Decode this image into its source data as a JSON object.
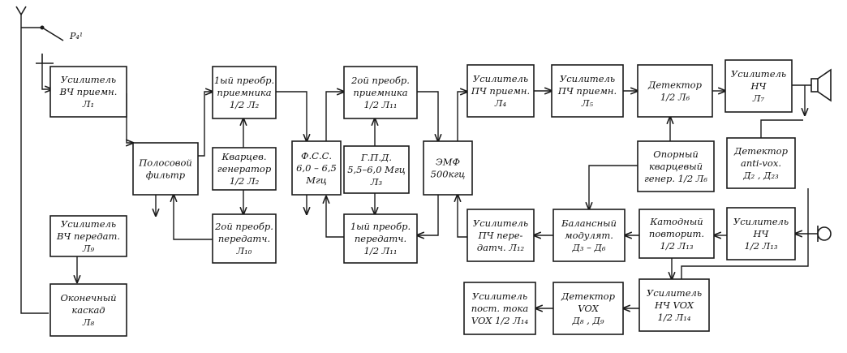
{
  "blocks": {
    "b01": [
      "Усилитель",
      "ВЧ приемн.",
      "Л₁"
    ],
    "b02": [
      "Полосовой",
      "фильтр"
    ],
    "b03": [
      "Усилитель",
      "ВЧ передат.",
      "Л₉"
    ],
    "b04": [
      "Оконечный",
      "каскад",
      "Л₈"
    ],
    "b05": [
      "1ый преобр.",
      "приемника",
      "1/2 Л₂"
    ],
    "b06": [
      "Кварцев.",
      "генератор",
      "1/2 Л₂"
    ],
    "b07": [
      "2ой преобр.",
      "передатч.",
      "Л₁₀"
    ],
    "b08": [
      "Ф.С.С.",
      "6,0 – 6,5",
      "Мгц"
    ],
    "b09": [
      "2ой преобр.",
      "приемника",
      "1/2 Л₁₁"
    ],
    "b10": [
      "Г.П.Д.",
      "5,5–6,0 Мгц",
      "Л₃"
    ],
    "b11": [
      "1ый преобр.",
      "передатч.",
      "1/2 Л₁₁"
    ],
    "b12": [
      "ЭМФ",
      "500кгц"
    ],
    "b13": [
      "Усилитель",
      "ПЧ приемн.",
      "Л₄"
    ],
    "b14": [
      "Усилитель",
      "ПЧ приемн.",
      "Л₅"
    ],
    "b15": [
      "Детектор",
      "1/2 Л₆"
    ],
    "b16": [
      "Усилитель",
      "НЧ",
      "Л₇"
    ],
    "b17": [
      "Опорный",
      "кварцевый",
      "генер. 1/2 Л₆"
    ],
    "b18": [
      "Детектор",
      "anti-vox.",
      "Д₂ , Д₂₃"
    ],
    "b19": [
      "Усилитель",
      "ПЧ пере-",
      "датч. Л₁₂"
    ],
    "b20": [
      "Балансный",
      "модулят.",
      "Д₃ – Д₆"
    ],
    "b21": [
      "Катодный",
      "повторит.",
      "1/2 Л₁₃"
    ],
    "b22": [
      "Усилитель",
      "НЧ",
      "1/2 Л₁₃"
    ],
    "b23": [
      "Усилитель",
      "пост. тока",
      "VOX 1/2 Л₁₄"
    ],
    "b24": [
      "Детектор",
      "VOX",
      "Д₈ , Д₉"
    ],
    "b25": [
      "Усилитель",
      "НЧ VOX",
      "1/2 Л₁₄"
    ]
  },
  "relay_label": "P₄¹",
  "icons": [
    "antenna",
    "relay-switch",
    "loudspeaker",
    "microphone"
  ]
}
